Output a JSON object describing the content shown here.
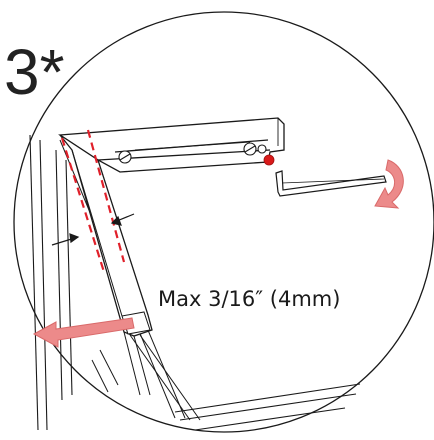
{
  "diagram": {
    "step_label": "3*",
    "measurement_label": "Max 3/16″ (4mm)",
    "colors": {
      "line": "#1a1a1a",
      "guide_dash": "#e0202a",
      "marker_dot": "#d91a1a",
      "arrow_fill": "#ec8a8a",
      "arrow_stroke": "#d96a6a",
      "background": "#ffffff"
    },
    "icons": [
      "magnifier-circle",
      "hex-key-icon",
      "rotate-arrow-icon",
      "push-arrow-icon",
      "screw-icon"
    ]
  }
}
